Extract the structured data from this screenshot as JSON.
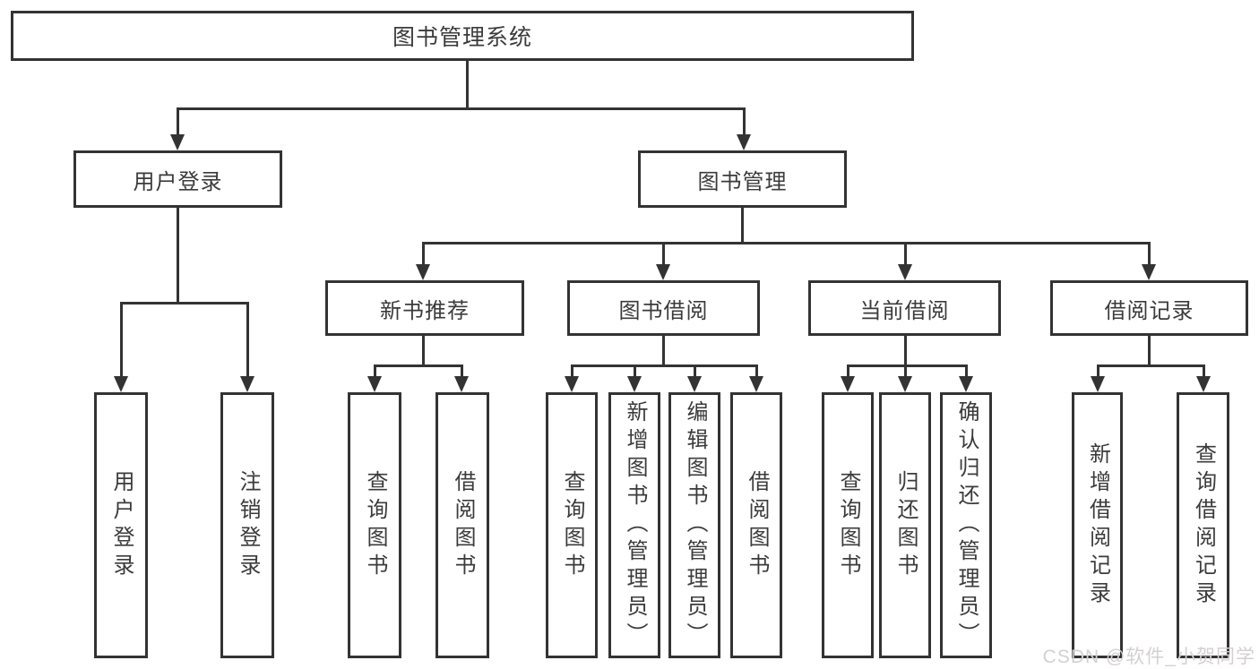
{
  "colors": {
    "line": "#333333",
    "text": "#3b3b3b",
    "background": "#ffffff",
    "watermark": "#d5d0d0"
  },
  "diagram": {
    "root": "图书管理系统",
    "user_login": {
      "label": "用户登录",
      "leaves": [
        "用户登录",
        "注销登录"
      ]
    },
    "book_mgmt": {
      "label": "图书管理",
      "sections": [
        {
          "label": "新书推荐",
          "leaves": [
            "查询图书",
            "借阅图书"
          ]
        },
        {
          "label": "图书借阅",
          "leaves": [
            "查询图书",
            "新增图书（管理员）",
            "编辑图书（管理员）",
            "借阅图书"
          ]
        },
        {
          "label": "当前借阅",
          "leaves": [
            "查询图书",
            "归还图书",
            "确认归还（管理员）"
          ]
        },
        {
          "label": "借阅记录",
          "leaves": [
            "新增借阅记录",
            "查询借阅记录"
          ]
        }
      ]
    }
  },
  "watermark": "CSDN @软件_小贺同学"
}
